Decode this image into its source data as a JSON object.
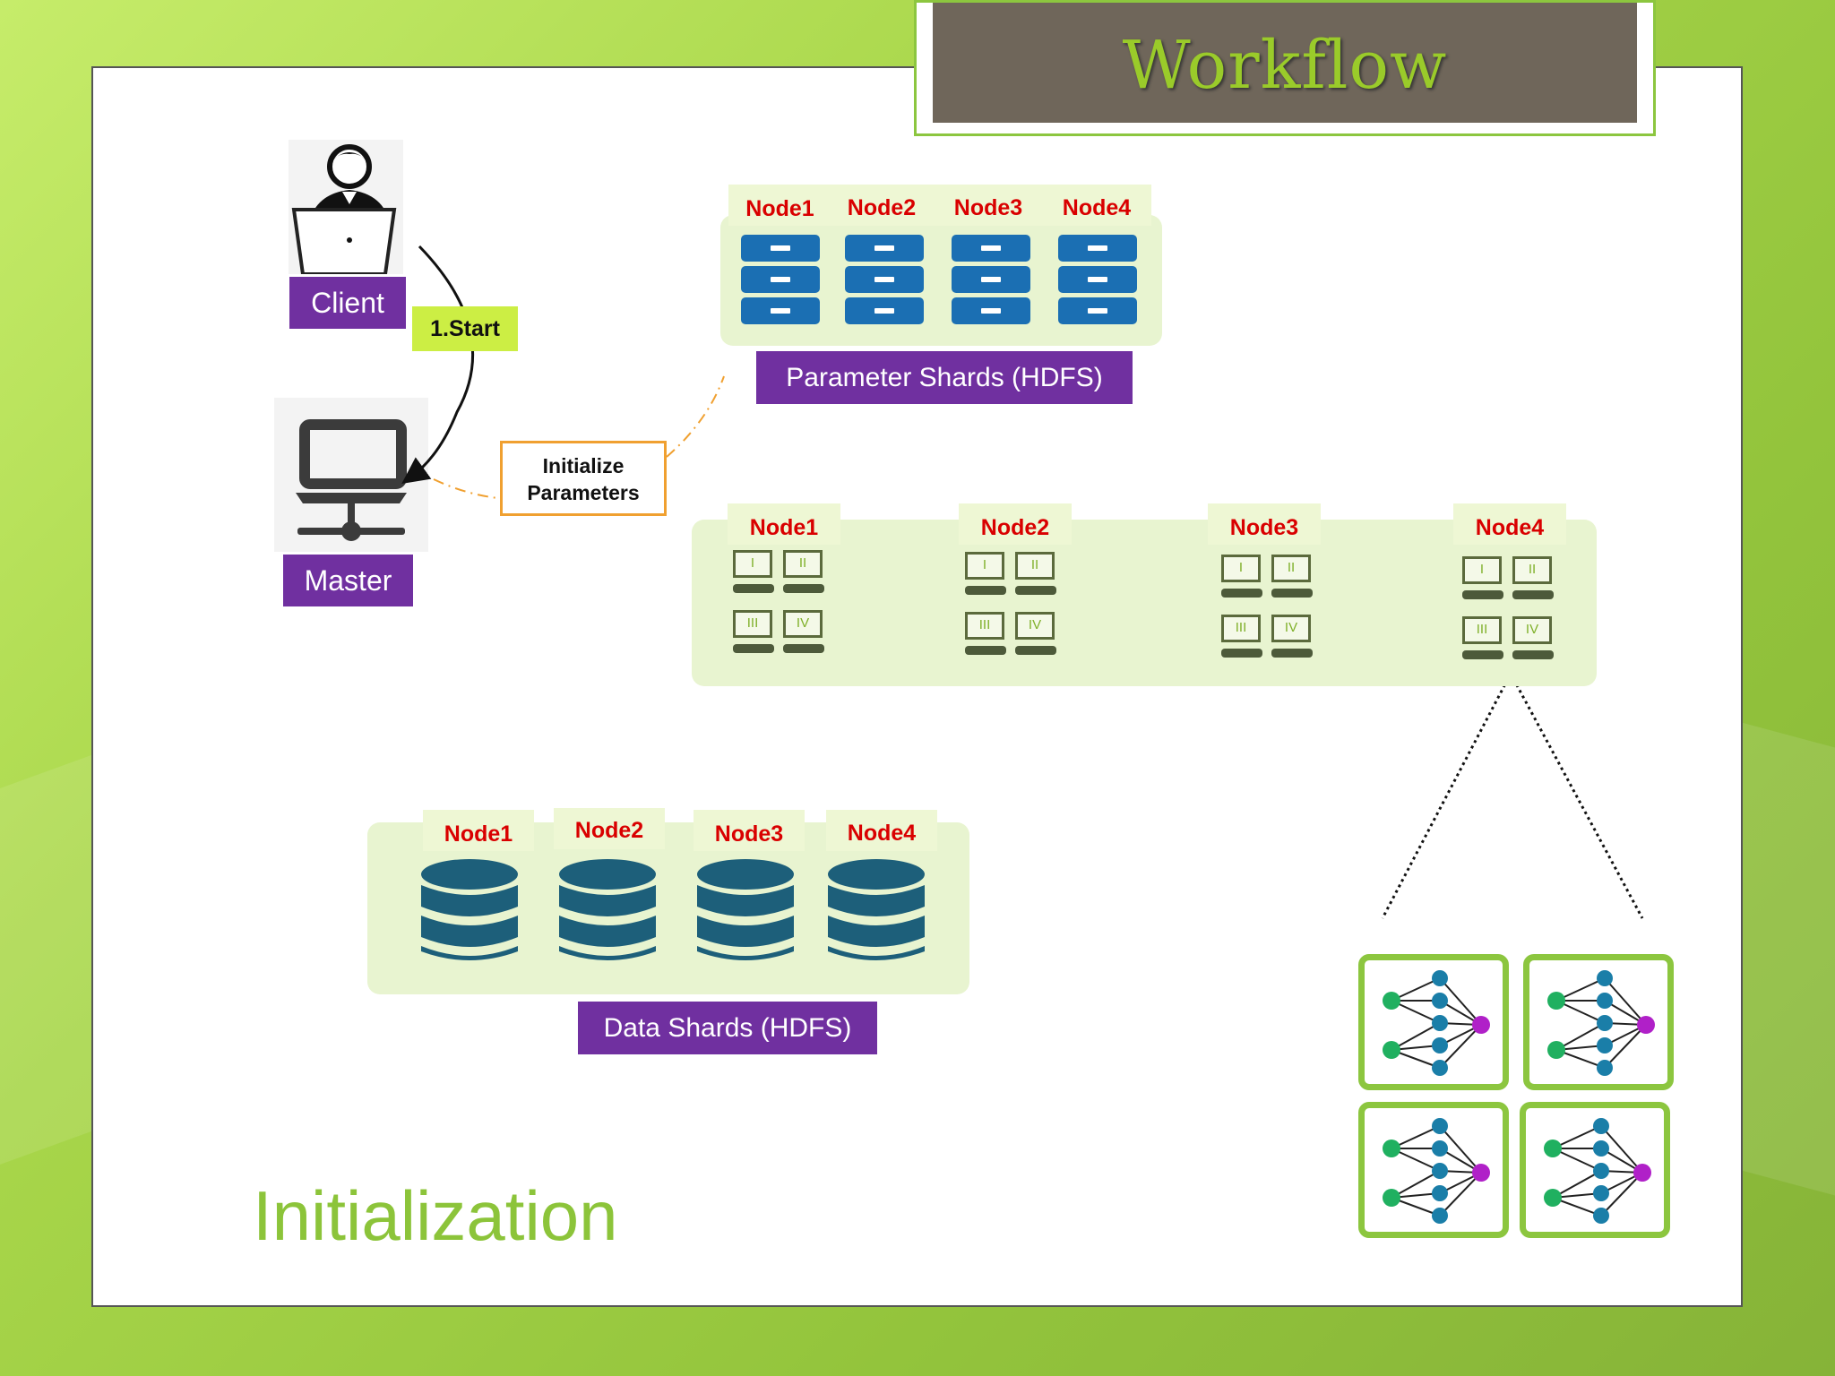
{
  "title": "Workflow",
  "section_title": "Initialization",
  "client": {
    "label": "Client"
  },
  "master": {
    "label": "Master"
  },
  "start_label": "1.Start",
  "init_params": {
    "line1": "Initialize",
    "line2": "Parameters"
  },
  "parameter_shards": {
    "label": "Parameter Shards (HDFS)",
    "nodes": [
      "Node1",
      "Node2",
      "Node3",
      "Node4"
    ]
  },
  "worker_nodes": {
    "nodes": [
      "Node1",
      "Node2",
      "Node3",
      "Node4"
    ],
    "partitions": [
      "I",
      "II",
      "III",
      "IV"
    ]
  },
  "data_shards": {
    "label": "Data Shards (HDFS)",
    "nodes": [
      "Node1",
      "Node2",
      "Node3",
      "Node4"
    ]
  },
  "colors": {
    "accent_green": "#8cc63f",
    "label_purple": "#7030a0",
    "node_red": "#d90000",
    "server_blue": "#1b6fb3",
    "db_teal": "#1d5f7a"
  },
  "icons": [
    "person-laptop-icon",
    "network-computer-icon",
    "server-icon",
    "database-icon",
    "neural-network-icon"
  ]
}
